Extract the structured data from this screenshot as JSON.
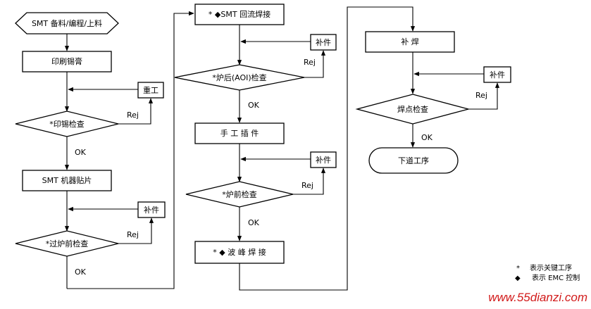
{
  "col1": {
    "start": "SMT 备料/编程/上料",
    "print": "印刷锡膏",
    "rework": "重工",
    "print_check": "*印锡检查",
    "rej1": "Rej",
    "ok1": "OK",
    "placement": "SMT 机器贴片",
    "patch1": "补件",
    "pre_oven_check": "*过炉前检查",
    "rej2": "Rej",
    "ok2": "OK"
  },
  "col2": {
    "reflow": "* ◆SMT 回流焊接",
    "patch2": "补件",
    "aoi_check": "*炉后(AOI)检查",
    "rej3": "Rej",
    "ok3": "OK",
    "manual": "手  工  插  件",
    "patch3": "补件",
    "pre_furnace_check": "*炉前检查",
    "rej4": "Rej",
    "ok4": "OK",
    "wave": "* ◆  波  峰  焊  接"
  },
  "col3": {
    "repair": "补  焊",
    "patch4": "补件",
    "rej5": "Rej",
    "solder_check": "焊点检查",
    "ok5": "OK",
    "next": "下道工序"
  },
  "legend": {
    "star_symbol": "*",
    "star_text": "表示关键工序",
    "diamond_symbol": "◆",
    "diamond_text": "表示 EMC 控制"
  },
  "watermark": "www.55dianzi.com"
}
